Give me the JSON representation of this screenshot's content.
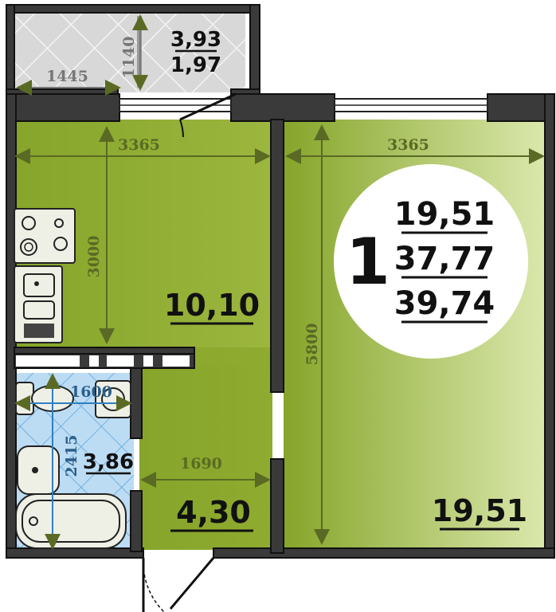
{
  "colors": {
    "wall": "#3a3a3a",
    "room_green_dark": "#86a52a",
    "room_green_light": "#d9e6a9",
    "bathroom_blue": "#bcdcf4",
    "balcony_gray": "#d8d8d8",
    "dimension_line": "#5a6a24",
    "badge_circle": "#ffffff"
  },
  "summary": {
    "rooms": "1",
    "living_area": "19,51",
    "total_area": "37,77",
    "total_area_with_balcony": "39,74"
  },
  "balcony": {
    "area_total": "3,93",
    "area_reduced": "1,97",
    "width": "1445",
    "depth": "1140"
  },
  "kitchen": {
    "area": "10,10",
    "width": "3365",
    "depth": "3000"
  },
  "living_room": {
    "area": "19,51",
    "width": "3365",
    "depth": "5800"
  },
  "bathroom": {
    "area": "3,86",
    "width": "1600",
    "depth": "2415"
  },
  "hallway": {
    "area": "4,30",
    "width": "1690"
  }
}
